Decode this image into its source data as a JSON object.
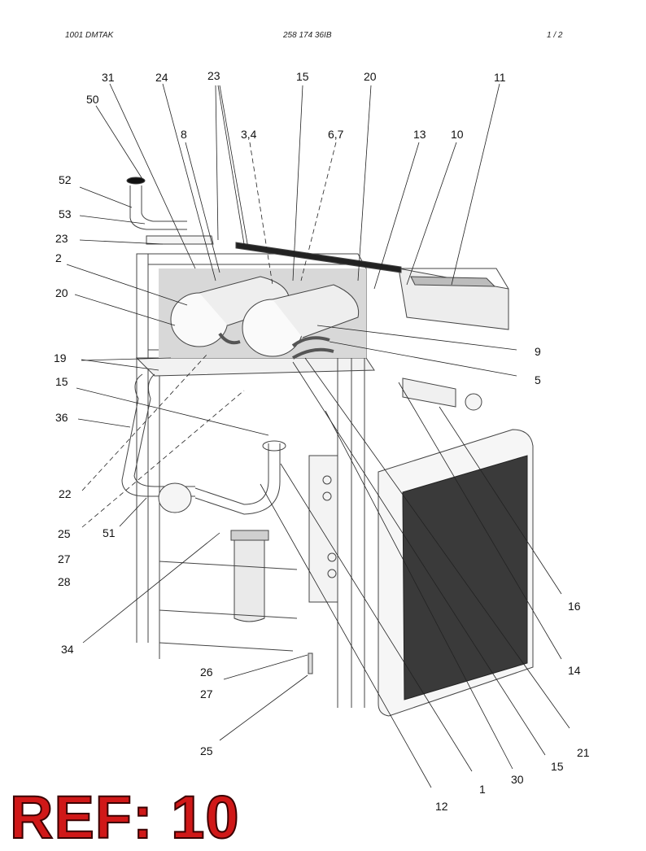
{
  "header": {
    "left": "1001   DMTAK",
    "center": "258 174 36IB",
    "right": "1  /  2"
  },
  "callouts": {
    "c31": "31",
    "c24": "24",
    "c23top": "23",
    "c15top": "15",
    "c20top": "20",
    "c11": "11",
    "c50": "50",
    "c8": "8",
    "c34": "3,4",
    "c67": "6,7",
    "c13": "13",
    "c10": "10",
    "c52": "52",
    "c53": "53",
    "c23left": "23",
    "c2": "2",
    "c20left": "20",
    "c9": "9",
    "c19": "19",
    "c5": "5",
    "c15left": "15",
    "c36": "36",
    "c22": "22",
    "c25a": "25",
    "c51": "51",
    "c27a": "27",
    "c28": "28",
    "c34b": "34",
    "c16": "16",
    "c14": "14",
    "c26": "26",
    "c27b": "27",
    "c21": "21",
    "c25b": "25",
    "c15bot": "15",
    "c30": "30",
    "c1": "1",
    "c12": "12"
  },
  "ref_label": "REF: 10"
}
